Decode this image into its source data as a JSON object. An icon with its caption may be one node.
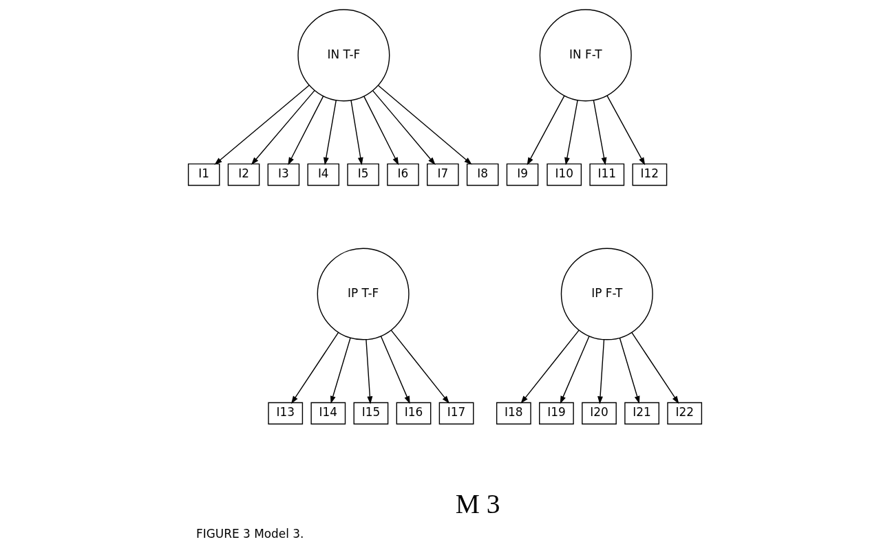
{
  "diagram": {
    "caption": "FIGURE 3 Model 3.",
    "nodes": [
      {
        "text": [
          "IN T-F"
        ]
      },
      {
        "text": [
          "I1"
        ]
      },
      {
        "text": [
          "I2"
        ]
      },
      {
        "text": [
          "I3"
        ]
      },
      {
        "text": [
          "I4"
        ]
      },
      {
        "text": [
          "I5"
        ]
      },
      {
        "text": [
          "I6"
        ]
      },
      {
        "text": [
          "I7"
        ]
      },
      {
        "text": [
          "I8"
        ]
      },
      {
        "text": [
          "IN F-T"
        ]
      },
      {
        "text": [
          "I9"
        ]
      },
      {
        "text": [
          "I10"
        ]
      },
      {
        "text": [
          "I11"
        ]
      },
      {
        "text": [
          "I12"
        ]
      },
      {
        "text": [
          "IP T-F"
        ]
      },
      {
        "text": [
          "I13"
        ]
      },
      {
        "text": [
          "I14"
        ]
      },
      {
        "text": [
          "I15"
        ]
      },
      {
        "text": [
          "I16"
        ]
      },
      {
        "text": [
          "I17"
        ]
      },
      {
        "text": [
          "IP F-T"
        ]
      },
      {
        "text": [
          "I18"
        ]
      },
      {
        "text": [
          "I19"
        ]
      },
      {
        "text": [
          "I20"
        ]
      },
      {
        "text": [
          "I21"
        ]
      },
      {
        "text": [
          "I22"
        ]
      }
    ],
    "edges": [
      {
        "from": 0,
        "to": 1,
        "arrow": "to"
      },
      {
        "from": 0,
        "to": 2,
        "arrow": "to"
      },
      {
        "from": 0,
        "to": 3,
        "arrow": "to"
      },
      {
        "from": 0,
        "to": 4,
        "arrow": "to"
      },
      {
        "from": 0,
        "to": 5,
        "arrow": "to"
      },
      {
        "from": 0,
        "to": 6,
        "arrow": "to"
      },
      {
        "from": 0,
        "to": 7,
        "arrow": "to"
      },
      {
        "from": 0,
        "to": 8,
        "arrow": "to"
      },
      {
        "from": 9,
        "to": 10,
        "arrow": "to"
      },
      {
        "from": 9,
        "to": 11,
        "arrow": "to"
      },
      {
        "from": 9,
        "to": 12,
        "arrow": "to"
      },
      {
        "from": 9,
        "to": 13,
        "arrow": "to"
      },
      {
        "from": 14,
        "to": 15,
        "arrow": "to"
      },
      {
        "from": 14,
        "to": 16,
        "arrow": "to"
      },
      {
        "from": 14,
        "to": 17,
        "arrow": "to"
      },
      {
        "from": 14,
        "to": 18,
        "arrow": "to"
      },
      {
        "from": 14,
        "to": 19,
        "arrow": "to"
      },
      {
        "from": 20,
        "to": 21,
        "arrow": "to"
      },
      {
        "from": 20,
        "to": 22,
        "arrow": "to"
      },
      {
        "from": 20,
        "to": 23,
        "arrow": "to"
      },
      {
        "from": 20,
        "to": 24,
        "arrow": "to"
      },
      {
        "from": 20,
        "to": 25,
        "arrow": "to"
      }
    ],
    "labels": [
      "M 3"
    ]
  }
}
